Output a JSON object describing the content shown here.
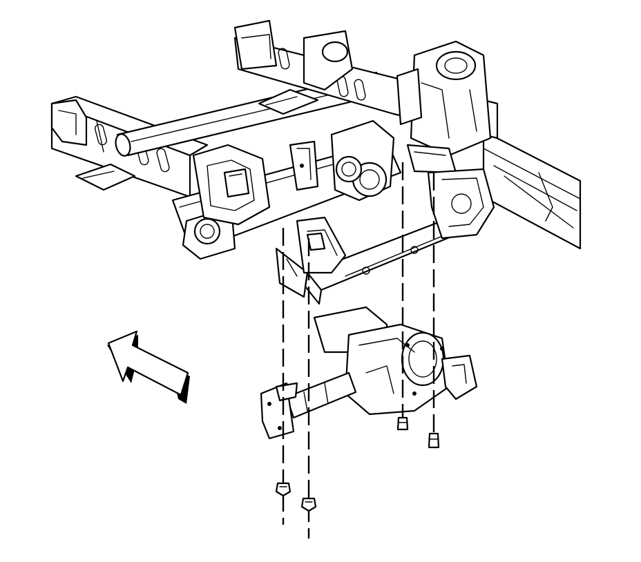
{
  "diagram": {
    "kind": "exploded-view line drawing",
    "colors": {
      "line": "#000000",
      "background": "#ffffff"
    },
    "parts": [
      {
        "name": "frame",
        "icon": "frame-illustration"
      },
      {
        "name": "crossmember",
        "icon": "crossmember-illustration"
      },
      {
        "name": "front-differential",
        "icon": "differential-illustration"
      },
      {
        "name": "mounting-bolts",
        "count": 4,
        "icon": "bolt-icon"
      }
    ],
    "arrow": {
      "icon": "direction-arrow-icon",
      "direction": "forward-left"
    }
  }
}
